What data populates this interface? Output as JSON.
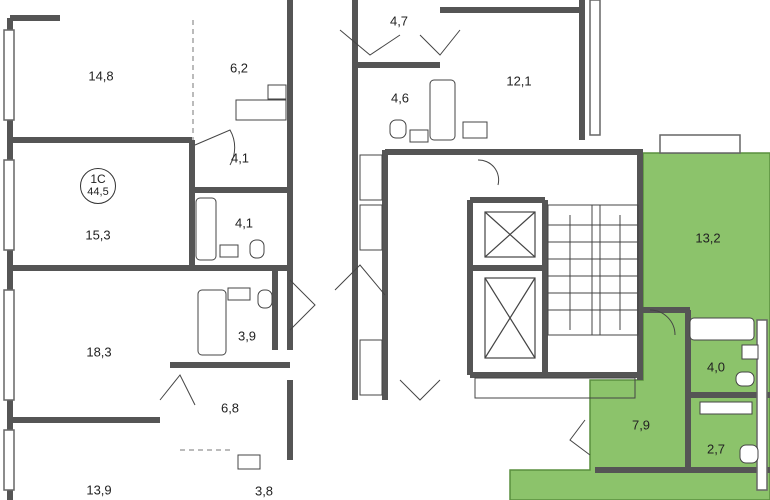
{
  "apartment": {
    "name": "1С",
    "area": "44,5",
    "highlight_color": "#8cc36b"
  },
  "rooms": {
    "r_14_8": "14,8",
    "r_6_2": "6,2",
    "r_4_1a": "4,1",
    "r_15_3": "15,3",
    "r_4_1b": "4,1",
    "r_18_3": "18,3",
    "r_3_9": "3,9",
    "r_6_8": "6,8",
    "r_13_9": "13,9",
    "r_3_8": "3,8",
    "r_4_7": "4,7",
    "r_4_6": "4,6",
    "r_12_1": "12,1",
    "r_13_2": "13,2",
    "r_4_0": "4,0",
    "r_7_9": "7,9",
    "r_2_7": "2,7"
  }
}
